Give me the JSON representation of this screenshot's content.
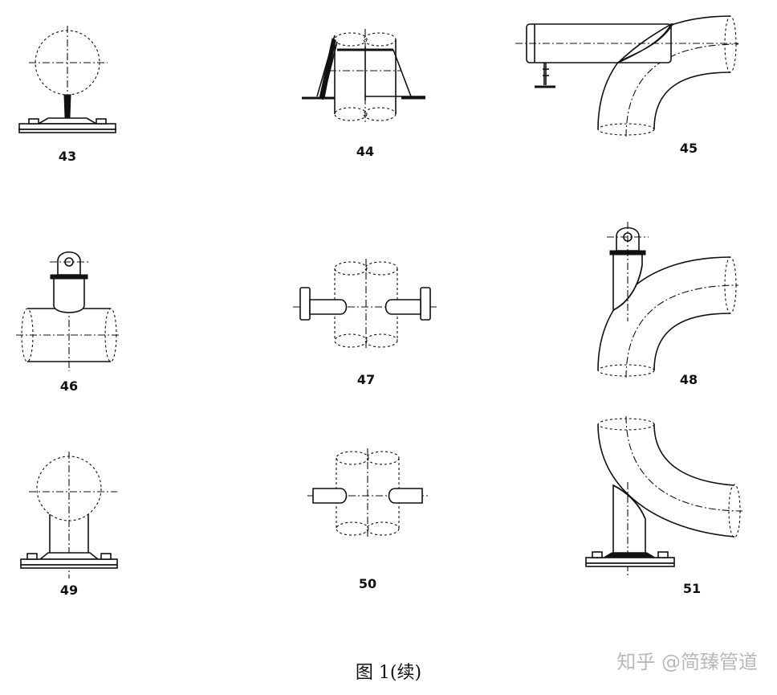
{
  "figures": [
    {
      "id": "43",
      "label": "43"
    },
    {
      "id": "44",
      "label": "44"
    },
    {
      "id": "45",
      "label": "45"
    },
    {
      "id": "46",
      "label": "46"
    },
    {
      "id": "47",
      "label": "47"
    },
    {
      "id": "48",
      "label": "48"
    },
    {
      "id": "49",
      "label": "49"
    },
    {
      "id": "50",
      "label": "50"
    },
    {
      "id": "51",
      "label": "51"
    }
  ],
  "caption": "图 1(续)",
  "watermark": "知乎 @简臻管道"
}
